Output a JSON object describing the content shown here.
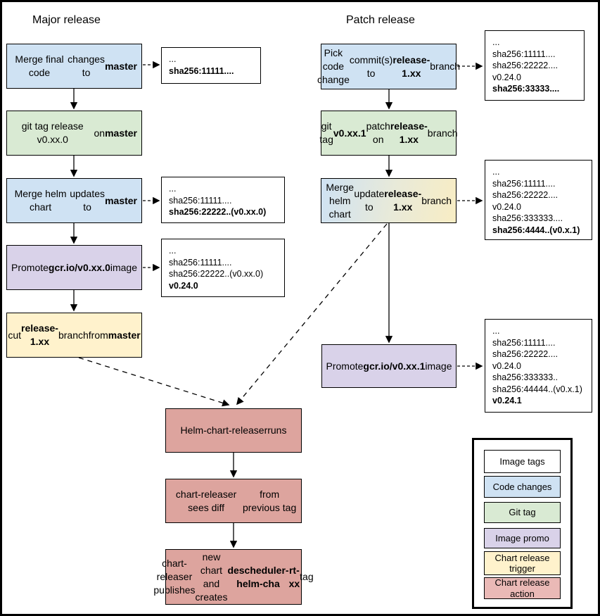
{
  "titles": {
    "major": "Major release",
    "patch": "Patch release"
  },
  "colors": {
    "image_tags": "#ffffff",
    "code_changes": "#cfe2f3",
    "git_tag": "#d9ead3",
    "image_promo": "#d9d2e9",
    "chart_release_trigger": "#fff2cc",
    "chart_release_action": "#dda49e",
    "legend_action": "#eab9b6",
    "border": "#000000"
  },
  "major_flow": {
    "merge_final_code": [
      {
        "t": "Merge final code"
      },
      {
        "br": true
      },
      {
        "t": "changes to "
      },
      {
        "t": "master",
        "b": true
      }
    ],
    "git_tag_release": [
      {
        "t": "git tag release v0.xx.0"
      },
      {
        "br": true
      },
      {
        "t": "on "
      },
      {
        "t": "master",
        "b": true
      }
    ],
    "merge_helm_chart": [
      {
        "t": "Merge helm chart"
      },
      {
        "br": true
      },
      {
        "t": "updates to "
      },
      {
        "t": "master",
        "b": true
      }
    ],
    "promote_image": [
      {
        "t": "Promote "
      },
      {
        "t": "gcr.io/v0.xx.0",
        "b": true
      },
      {
        "br": true
      },
      {
        "t": "image"
      }
    ],
    "cut_branch": [
      {
        "t": "cut "
      },
      {
        "t": "release-1.xx",
        "b": true
      },
      {
        "t": " branch"
      },
      {
        "br": true
      },
      {
        "t": "from "
      },
      {
        "t": "master",
        "b": true
      }
    ]
  },
  "patch_flow": {
    "pick_commits": [
      {
        "t": "Pick code change"
      },
      {
        "br": true
      },
      {
        "t": "commit(s) to"
      },
      {
        "br": true
      },
      {
        "t": "release-1.xx",
        "b": true
      },
      {
        "t": " branch"
      }
    ],
    "git_tag_patch": [
      {
        "t": "git tag "
      },
      {
        "t": "v0.xx.1",
        "b": true
      },
      {
        "t": " patch on"
      },
      {
        "br": true
      },
      {
        "t": "release-1.xx",
        "b": true
      },
      {
        "t": " branch"
      }
    ],
    "merge_helm_update": [
      {
        "t": "Merge helm chart"
      },
      {
        "br": true
      },
      {
        "t": "update to "
      },
      {
        "t": "release-1.xx",
        "b": true
      },
      {
        "br": true
      },
      {
        "t": "branch"
      }
    ],
    "promote_image": [
      {
        "t": "Promote "
      },
      {
        "t": "gcr.io/v0.xx.1",
        "b": true
      },
      {
        "br": true
      },
      {
        "t": "image"
      }
    ]
  },
  "chart_flow": {
    "releaser_runs": [
      {
        "t": "Helm-chart-releaser"
      },
      {
        "br": true
      },
      {
        "t": "runs"
      }
    ],
    "sees_diff": [
      {
        "t": "chart-releaser sees diff"
      },
      {
        "br": true
      },
      {
        "t": "from previous tag"
      }
    ],
    "publishes": [
      {
        "t": "chart-releaser publishes"
      },
      {
        "br": true
      },
      {
        "t": "new chart and creates"
      },
      {
        "br": true
      },
      {
        "t": "descheduler-helm-cha",
        "b": true
      },
      {
        "br": true
      },
      {
        "t": "rt-xx",
        "b": true
      },
      {
        "t": " tag"
      }
    ]
  },
  "annotations": {
    "major_code": {
      "lines": [
        {
          "t": "..."
        },
        {
          "t": "sha256:11111....",
          "b": true
        }
      ]
    },
    "major_helm": {
      "lines": [
        {
          "t": "..."
        },
        {
          "t": "sha256:11111...."
        },
        {
          "t": "sha256:22222..(v0.xx.0)",
          "b": true
        }
      ]
    },
    "major_promote": {
      "lines": [
        {
          "t": "..."
        },
        {
          "t": "sha256:11111...."
        },
        {
          "t": "sha256:22222..(v0.xx.0)"
        },
        {
          "t": "v0.24.0",
          "b": true
        }
      ]
    },
    "patch_pick": {
      "lines": [
        {
          "t": "..."
        },
        {
          "t": "sha256:11111...."
        },
        {
          "t": "sha256:22222...."
        },
        {
          "t": "v0.24.0"
        },
        {
          "t": "sha256:33333....",
          "b": true
        }
      ]
    },
    "patch_helm": {
      "lines": [
        {
          "t": "..."
        },
        {
          "t": "sha256:11111...."
        },
        {
          "t": "sha256:22222...."
        },
        {
          "t": "v0.24.0"
        },
        {
          "t": "sha256:333333...."
        },
        {
          "t": "sha256:4444..(v0.x.1)",
          "b": true
        }
      ]
    },
    "patch_promote": {
      "lines": [
        {
          "t": "..."
        },
        {
          "t": "sha256:11111...."
        },
        {
          "t": "sha256:22222...."
        },
        {
          "t": "v0.24.0"
        },
        {
          "t": "sha256:333333.."
        },
        {
          "t": "sha256:44444..(v0.x.1)"
        },
        {
          "t": "v0.24.1",
          "b": true
        }
      ]
    }
  },
  "legend": {
    "items": [
      {
        "label": "Image tags",
        "color": "#ffffff"
      },
      {
        "label": "Code changes",
        "color": "#cfe2f3"
      },
      {
        "label": "Git tag",
        "color": "#d9ead3"
      },
      {
        "label": "Image promo",
        "color": "#d9d2e9"
      },
      {
        "label": "Chart release trigger",
        "color": "#fff2cc"
      },
      {
        "label": "Chart release action",
        "color": "#eab9b6"
      }
    ]
  }
}
